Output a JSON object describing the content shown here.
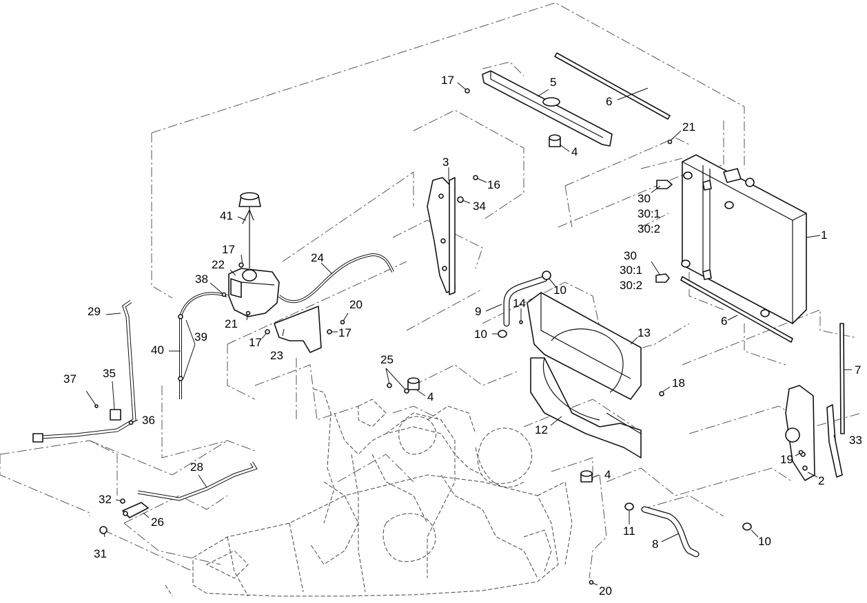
{
  "diagram": {
    "callouts": [
      {
        "id": "c1",
        "text": "1"
      },
      {
        "id": "c2",
        "text": "2"
      },
      {
        "id": "c3",
        "text": "3"
      },
      {
        "id": "c4a",
        "text": "4"
      },
      {
        "id": "c4b",
        "text": "4"
      },
      {
        "id": "c4c",
        "text": "4"
      },
      {
        "id": "c5",
        "text": "5"
      },
      {
        "id": "c6a",
        "text": "6"
      },
      {
        "id": "c6b",
        "text": "6"
      },
      {
        "id": "c7",
        "text": "7"
      },
      {
        "id": "c8",
        "text": "8"
      },
      {
        "id": "c9",
        "text": "9"
      },
      {
        "id": "c10a",
        "text": "10"
      },
      {
        "id": "c10b",
        "text": "10"
      },
      {
        "id": "c10c",
        "text": "10"
      },
      {
        "id": "c11",
        "text": "11"
      },
      {
        "id": "c12",
        "text": "12"
      },
      {
        "id": "c13",
        "text": "13"
      },
      {
        "id": "c14",
        "text": "14"
      },
      {
        "id": "c16",
        "text": "16"
      },
      {
        "id": "c17a",
        "text": "17"
      },
      {
        "id": "c17b",
        "text": "17"
      },
      {
        "id": "c17c",
        "text": "17"
      },
      {
        "id": "c17d",
        "text": "17"
      },
      {
        "id": "c18",
        "text": "18"
      },
      {
        "id": "c19",
        "text": "19"
      },
      {
        "id": "c20a",
        "text": "20"
      },
      {
        "id": "c20b",
        "text": "20"
      },
      {
        "id": "c21a",
        "text": "21"
      },
      {
        "id": "c21b",
        "text": "21"
      },
      {
        "id": "c22",
        "text": "22"
      },
      {
        "id": "c23",
        "text": "23"
      },
      {
        "id": "c24",
        "text": "24"
      },
      {
        "id": "c25",
        "text": "25"
      },
      {
        "id": "c26",
        "text": "26"
      },
      {
        "id": "c28",
        "text": "28"
      },
      {
        "id": "c29",
        "text": "29"
      },
      {
        "id": "c30a",
        "text": "30"
      },
      {
        "id": "c30a1",
        "text": "30:1"
      },
      {
        "id": "c30a2",
        "text": "30:2"
      },
      {
        "id": "c30b",
        "text": "30"
      },
      {
        "id": "c30b1",
        "text": "30:1"
      },
      {
        "id": "c30b2",
        "text": "30:2"
      },
      {
        "id": "c31",
        "text": "31"
      },
      {
        "id": "c32",
        "text": "32"
      },
      {
        "id": "c33",
        "text": "33"
      },
      {
        "id": "c34",
        "text": "34"
      },
      {
        "id": "c35",
        "text": "35"
      },
      {
        "id": "c36",
        "text": "36"
      },
      {
        "id": "c37",
        "text": "37"
      },
      {
        "id": "c38",
        "text": "38"
      },
      {
        "id": "c39",
        "text": "39"
      },
      {
        "id": "c40",
        "text": "40"
      },
      {
        "id": "c41",
        "text": "41"
      }
    ]
  }
}
